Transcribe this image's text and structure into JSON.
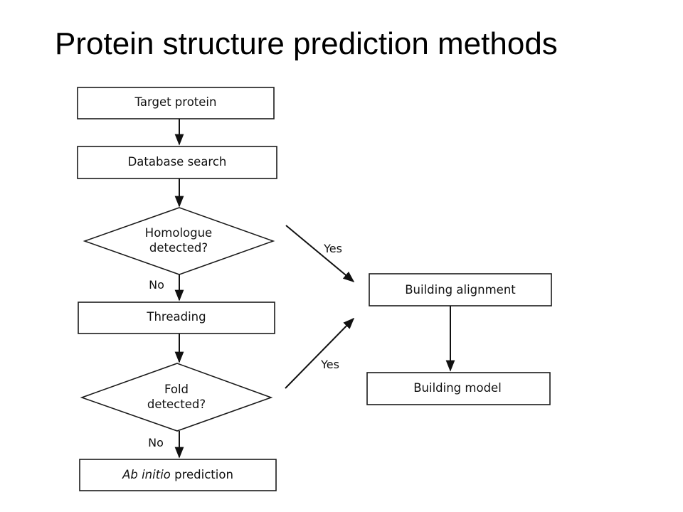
{
  "slide": {
    "title": "Protein structure prediction methods"
  },
  "flowchart": {
    "nodes": {
      "target_protein": "Target protein",
      "database_search": "Database search",
      "homologue_line1": "Homologue",
      "homologue_line2": "detected?",
      "threading": "Threading",
      "fold_line1": "Fold",
      "fold_line2": "detected?",
      "ab_initio_italic": "Ab initio",
      "ab_initio_rest": " prediction",
      "building_alignment": "Building alignment",
      "building_model": "Building model"
    },
    "edge_labels": {
      "homologue_no": "No",
      "homologue_yes": "Yes",
      "fold_no": "No",
      "fold_yes": "Yes"
    }
  }
}
